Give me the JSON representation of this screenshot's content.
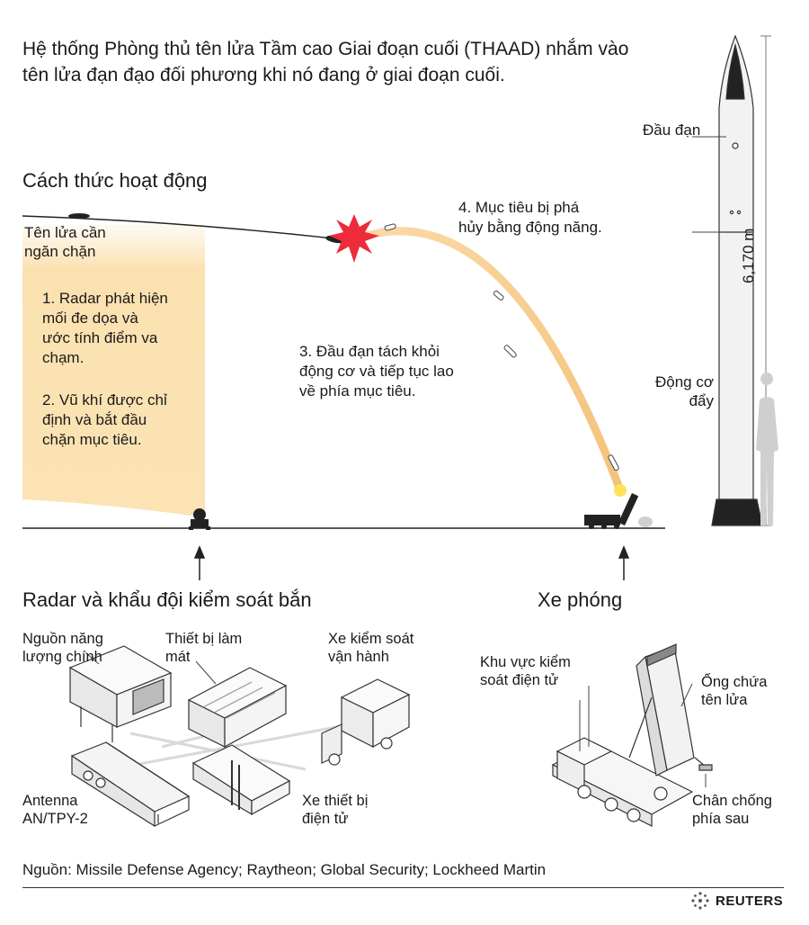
{
  "intro": "Hệ thống Phòng thủ tên lửa Tầm cao Giai đoạn cuối (THAAD) nhắm vào tên lửa đạn đạo đối phương khi nó đang ở giai đoạn cuối.",
  "how_it_works": {
    "title": "Cách thức hoạt động",
    "interceptor_label": "Tên lửa cần\nngăn chặn",
    "step1": "1. Radar phát hiện\nmối đe dọa và\nước tính điểm va\nchạm.",
    "step2": "2. Vũ khí được chỉ\nđịnh và bắt đầu\nchặn mục tiêu.",
    "step3": "3. Đầu đạn tách khỏi\nđộng cơ và tiếp tục lao\nvề phía mục tiêu.",
    "step4": "4. Mục tiêu bị phá\nhủy bằng động năng."
  },
  "missile": {
    "warhead_label": "Đầu đạn",
    "motor_label": "Động cơ\nđẩy",
    "length_label": "6,170 m"
  },
  "radar_section": {
    "title": "Radar và khẩu đội kiểm soát bắn",
    "power_label": "Nguồn năng\nlượng chính",
    "cooling_label": "Thiết bị làm\nmát",
    "ops_label": "Xe kiểm soát\nvận hành",
    "antenna_label": "Antenna\nAN/TPY-2",
    "electronics_label": "Xe thiết bị\nđiện tử"
  },
  "launcher_section": {
    "title": "Xe phóng",
    "electronics_label": "Khu vực kiểm\nsoát điện tử",
    "canister_label": "Ống chứa\ntên lửa",
    "outrigger_label": "Chân chống\nphía sau"
  },
  "source": "Nguồn: Missile Defense Agency; Raytheon; Global Security; Lockheed Martin",
  "brand": "REUTERS",
  "colors": {
    "beam": "#fbe3b4",
    "trail": "#f6c98a",
    "explosion": "#ee2b3b",
    "outline": "#333333",
    "fill": "#f2f2f2"
  }
}
